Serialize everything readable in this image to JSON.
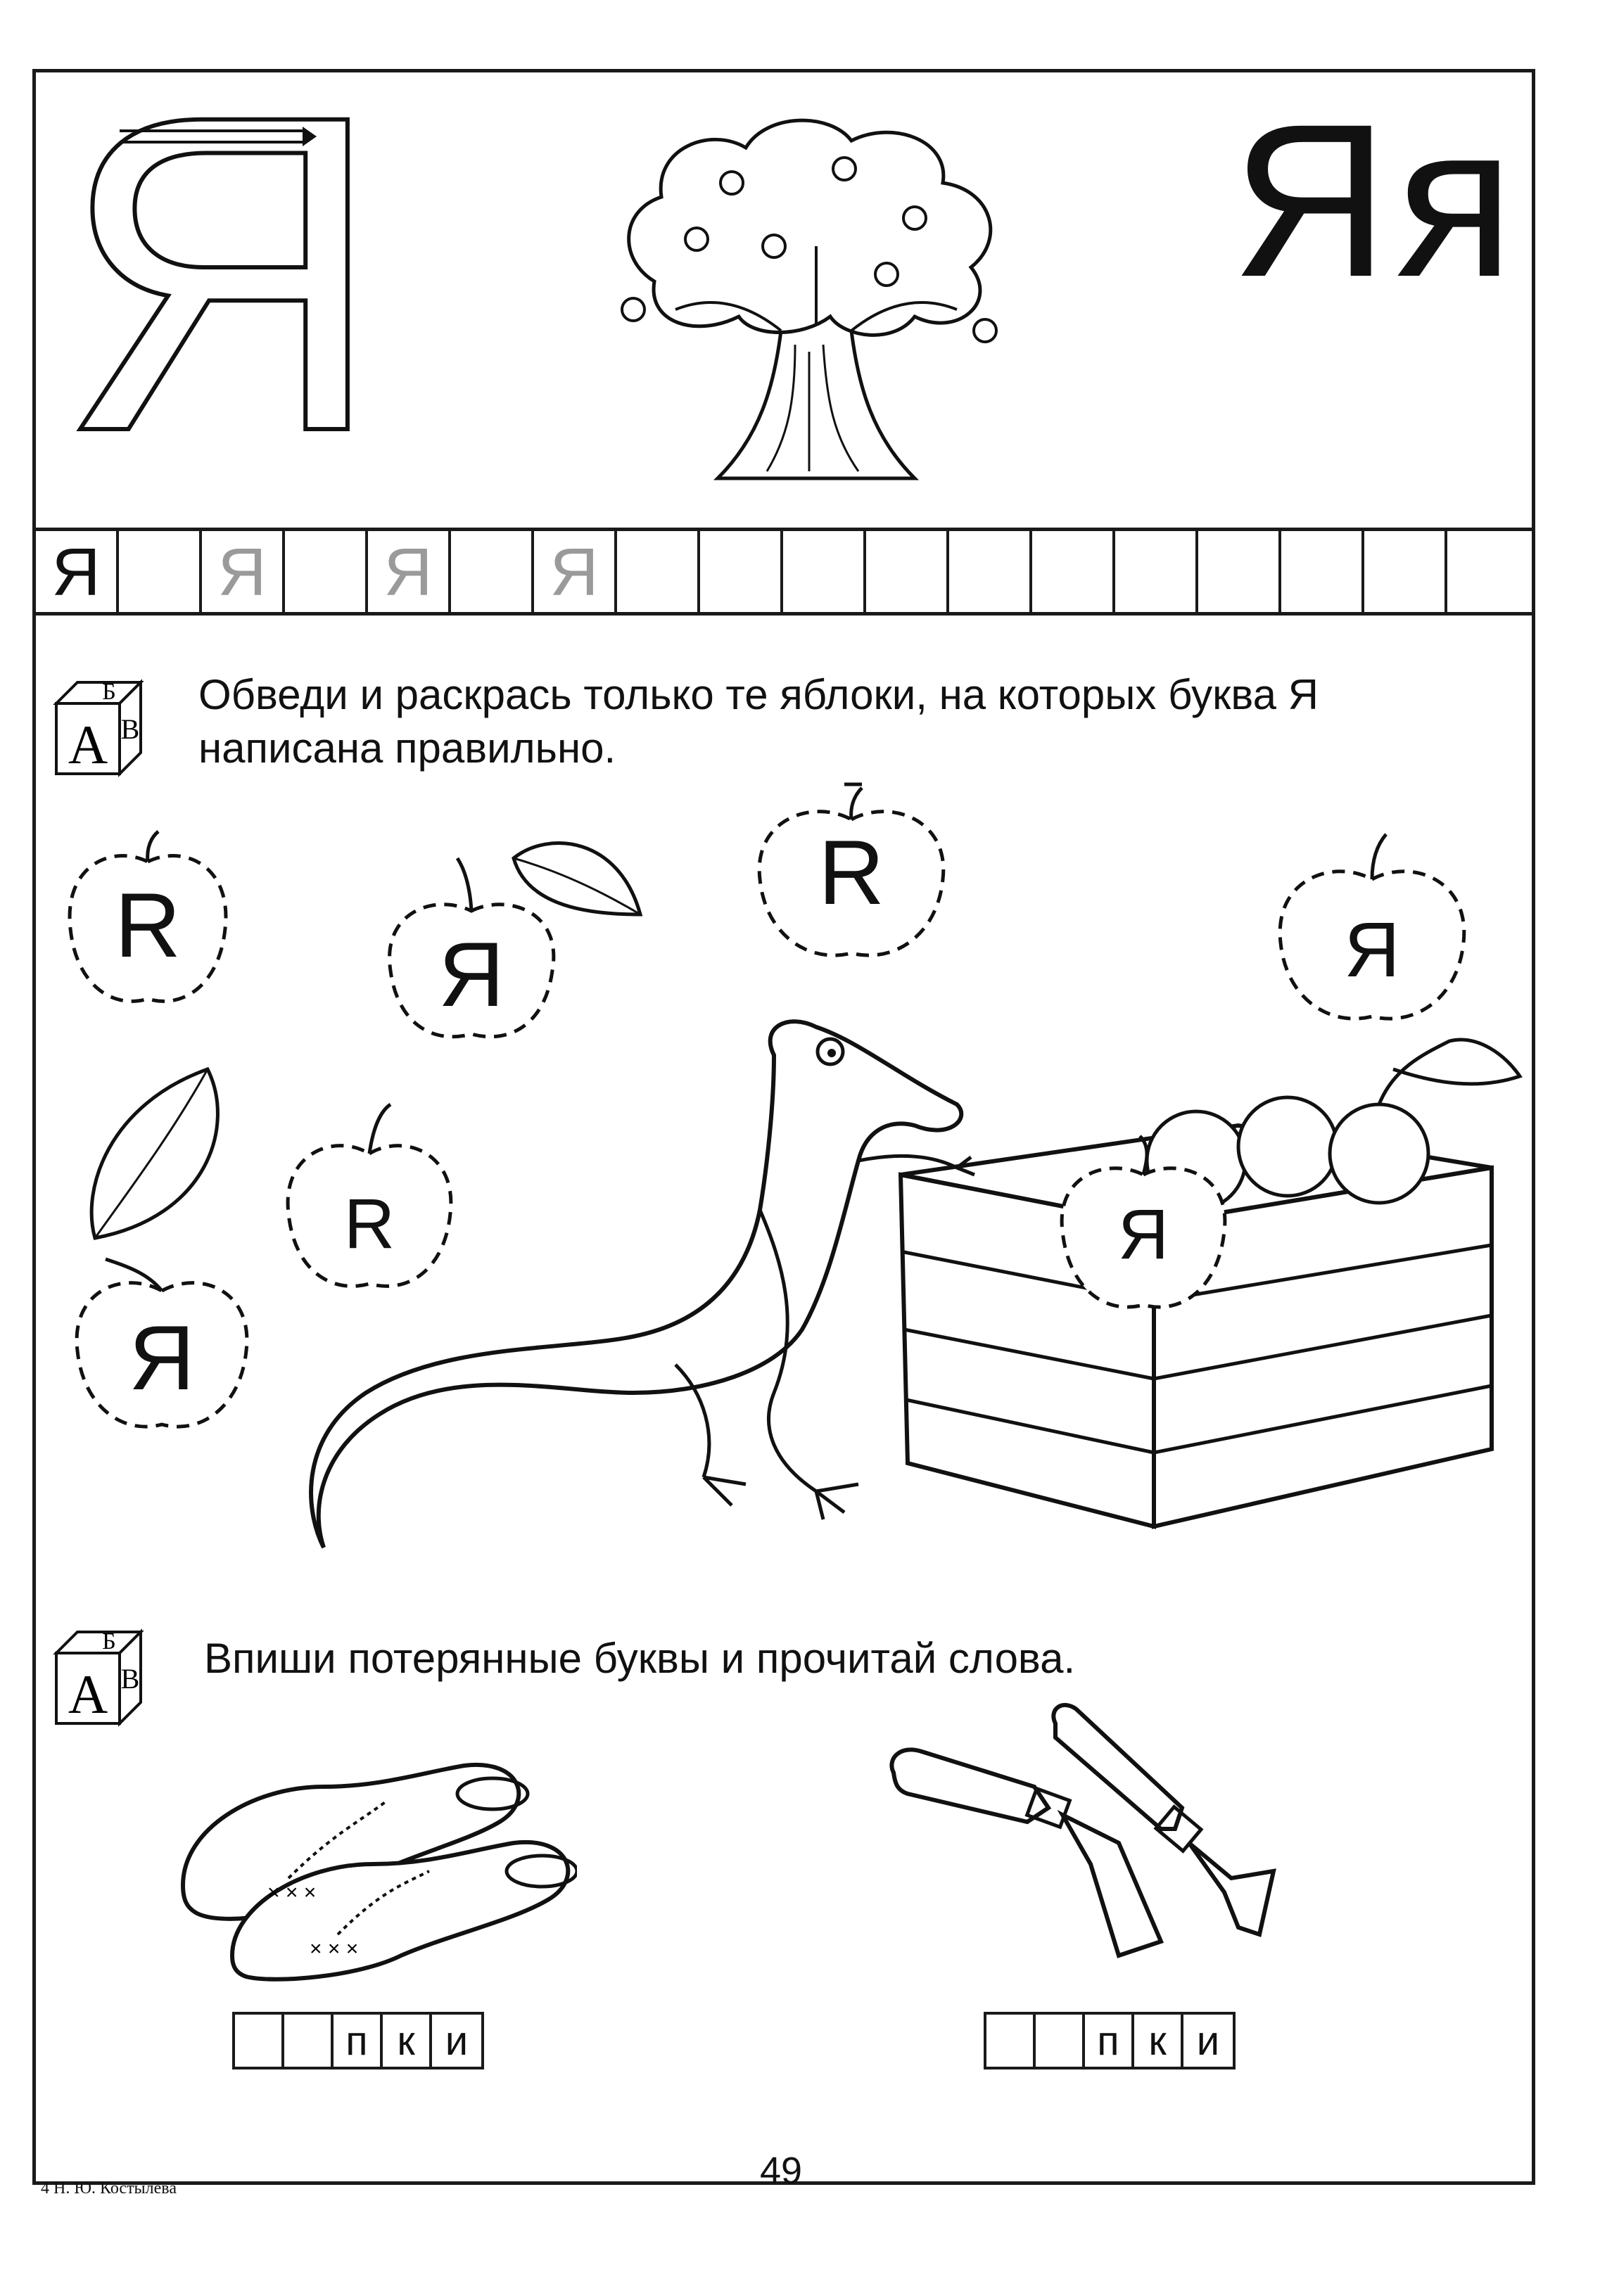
{
  "header": {
    "title_letters": "Яя",
    "big_outline_letter": "Я"
  },
  "tracing_row": {
    "first_letter": "Я",
    "traced_letters": [
      "Я",
      "Я",
      "Я"
    ]
  },
  "task1": {
    "cube_letters": [
      "Б",
      "А",
      "В"
    ],
    "instruction": "Обведи и раскрась только те яблоки, на которых буква Я написана правильно."
  },
  "apples": [
    {
      "letter": "R"
    },
    {
      "letter": "Я"
    },
    {
      "letter": "R"
    },
    {
      "letter": "Я"
    },
    {
      "letter": "R"
    },
    {
      "letter": "Я"
    },
    {
      "letter": "Я"
    }
  ],
  "task2": {
    "cube_letters": [
      "Б",
      "А",
      "В"
    ],
    "instruction": "Впиши потерянные буквы и прочитай слова."
  },
  "word1": {
    "letters": [
      "",
      "",
      "п",
      "к",
      "и"
    ]
  },
  "word2": {
    "letters": [
      "",
      "",
      "п",
      "к",
      "и"
    ]
  },
  "footer": {
    "author": "4 Н. Ю. Костылева",
    "page_number": "49"
  }
}
